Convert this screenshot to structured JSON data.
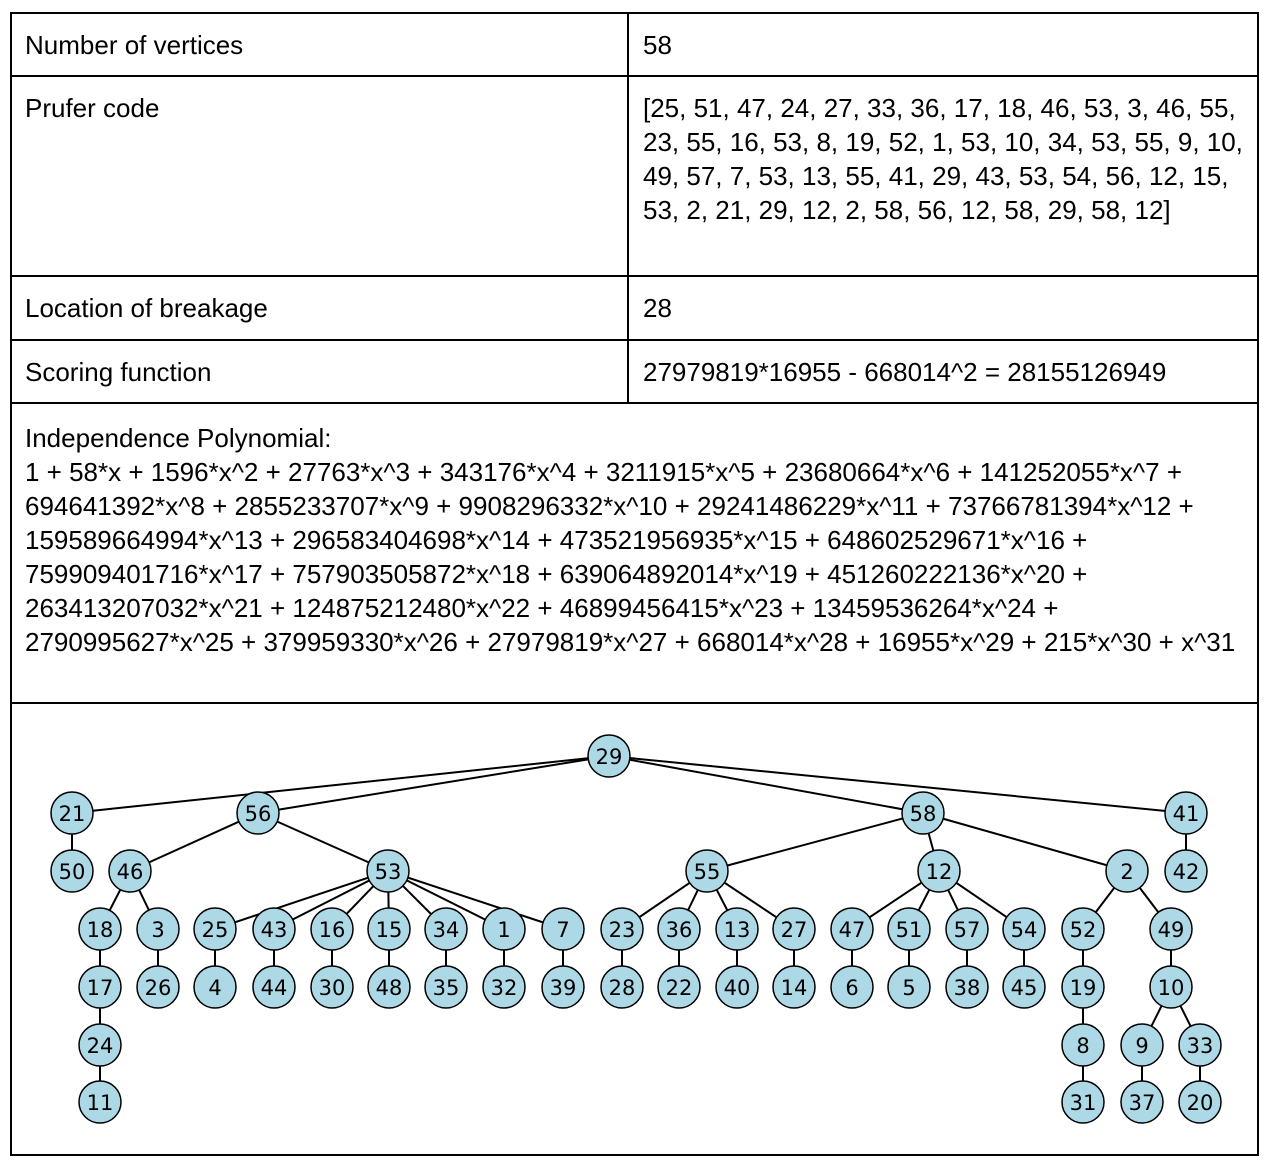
{
  "table": {
    "vertices_label": "Number of vertices",
    "vertices_value": "58",
    "prufer_label": "Prufer code",
    "prufer_value": "[25, 51, 47, 24, 27, 33, 36, 17, 18, 46, 53, 3, 46, 55, 23, 55, 16, 53, 8, 19, 52, 1, 53, 10, 34, 53, 55, 9, 10, 49, 57, 7, 53, 13, 55, 41, 29, 43, 53, 54, 56, 12, 15, 53, 2, 21, 29, 12, 2, 58, 56, 12, 58, 29, 58, 12]",
    "breakage_label": "Location of breakage",
    "breakage_value": "28",
    "scoring_label": "Scoring function",
    "scoring_value": "27979819*16955 - 668014^2 = 28155126949",
    "poly_label": "Independence Polynomial:",
    "poly_value": "1 + 58*x + 1596*x^2 + 27763*x^3 + 343176*x^4 + 3211915*x^5 + 23680664*x^6 + 141252055*x^7 + 694641392*x^8 + 2855233707*x^9 + 9908296332*x^10 + 29241486229*x^11 + 73766781394*x^12 + 159589664994*x^13 + 296583404698*x^14 + 473521956935*x^15 + 648602529671*x^16 + 759909401716*x^17 + 757903505872*x^18 + 639064892014*x^19 + 451260222136*x^20 + 263413207032*x^21 + 124875212480*x^22 + 46899456415*x^23 + 13459536264*x^24 + 2790995627*x^25 + 379959330*x^26 + 27979819*x^27 + 668014*x^28 + 16955*x^29 + 215*x^30 + x^31"
  },
  "tree": {
    "colors": {
      "node_fill": "#add8e6",
      "stroke": "#000000"
    },
    "edges": [
      [
        "29",
        "21"
      ],
      [
        "29",
        "56"
      ],
      [
        "29",
        "58"
      ],
      [
        "29",
        "41"
      ],
      [
        "21",
        "50"
      ],
      [
        "41",
        "42"
      ],
      [
        "56",
        "46"
      ],
      [
        "56",
        "53"
      ],
      [
        "58",
        "55"
      ],
      [
        "58",
        "12"
      ],
      [
        "58",
        "2"
      ],
      [
        "46",
        "18"
      ],
      [
        "46",
        "3"
      ],
      [
        "53",
        "25"
      ],
      [
        "53",
        "43"
      ],
      [
        "53",
        "16"
      ],
      [
        "53",
        "15"
      ],
      [
        "53",
        "34"
      ],
      [
        "53",
        "1"
      ],
      [
        "53",
        "7"
      ],
      [
        "55",
        "23"
      ],
      [
        "55",
        "36"
      ],
      [
        "55",
        "13"
      ],
      [
        "55",
        "27"
      ],
      [
        "12",
        "47"
      ],
      [
        "12",
        "51"
      ],
      [
        "12",
        "57"
      ],
      [
        "12",
        "54"
      ],
      [
        "2",
        "52"
      ],
      [
        "2",
        "49"
      ],
      [
        "18",
        "17"
      ],
      [
        "3",
        "26"
      ],
      [
        "25",
        "4"
      ],
      [
        "43",
        "44"
      ],
      [
        "16",
        "30"
      ],
      [
        "15",
        "48"
      ],
      [
        "34",
        "35"
      ],
      [
        "1",
        "32"
      ],
      [
        "7",
        "39"
      ],
      [
        "23",
        "28"
      ],
      [
        "36",
        "22"
      ],
      [
        "13",
        "40"
      ],
      [
        "27",
        "14"
      ],
      [
        "47",
        "6"
      ],
      [
        "51",
        "5"
      ],
      [
        "57",
        "38"
      ],
      [
        "54",
        "45"
      ],
      [
        "52",
        "19"
      ],
      [
        "49",
        "10"
      ],
      [
        "17",
        "24"
      ],
      [
        "24",
        "11"
      ],
      [
        "19",
        "8"
      ],
      [
        "8",
        "31"
      ],
      [
        "10",
        "9"
      ],
      [
        "10",
        "33"
      ],
      [
        "9",
        "37"
      ],
      [
        "33",
        "20"
      ]
    ]
  }
}
